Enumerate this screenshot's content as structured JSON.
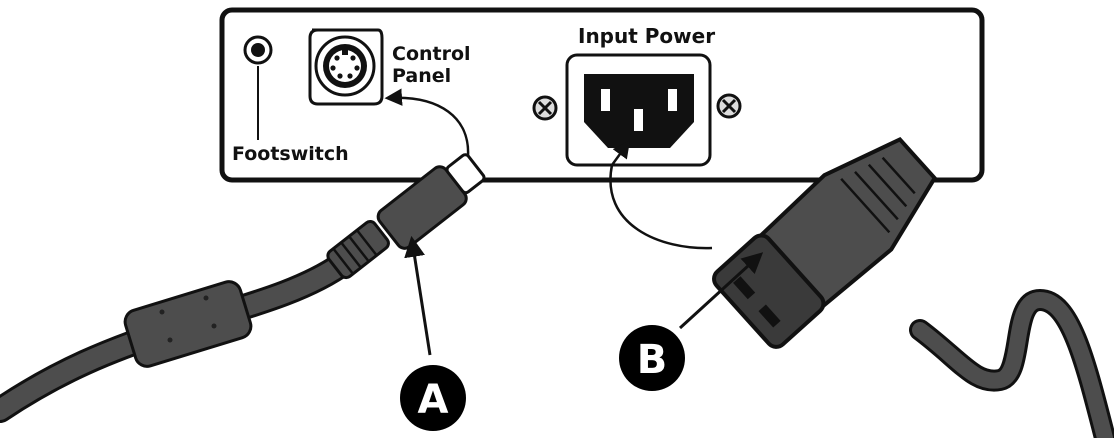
{
  "panel": {
    "footswitch_label": "Footswitch",
    "control_label_line1": "Control",
    "control_label_line2": "Panel",
    "power_label": "Input Power"
  },
  "callouts": {
    "a_letter": "A",
    "b_letter": "B"
  },
  "colors": {
    "ink": "#111111",
    "panel_fill": "#ffffff",
    "cable_fill": "#4d4d4d",
    "cable_dark": "#2b2b2b",
    "badge_fill": "#000000",
    "badge_text": "#ffffff"
  }
}
